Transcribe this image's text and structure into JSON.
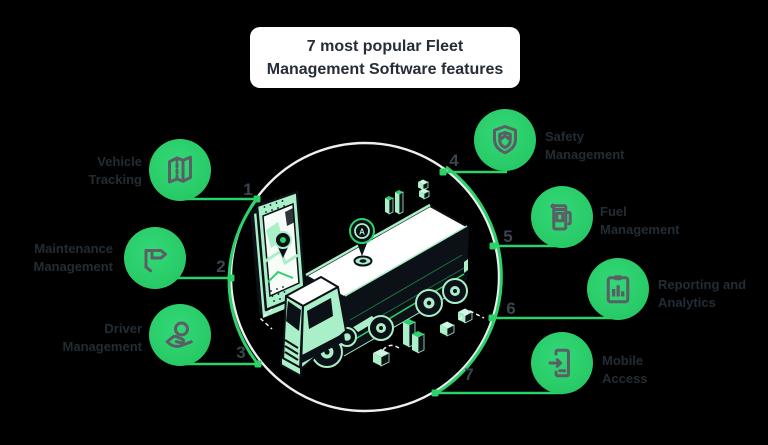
{
  "title": "7 most popular Fleet Management Software features",
  "pin_label": "A",
  "features": [
    {
      "num": "1",
      "label": "Vehicle Tracking",
      "icon": "map-icon"
    },
    {
      "num": "2",
      "label": "Maintenance Management",
      "icon": "wrench-icon"
    },
    {
      "num": "3",
      "label": "Driver Management",
      "icon": "hand-steering-wheel-icon"
    },
    {
      "num": "4",
      "label": "Safety Management",
      "icon": "shield-icon"
    },
    {
      "num": "5",
      "label": "Fuel Management",
      "icon": "fuel-pump-icon"
    },
    {
      "num": "6",
      "label": "Reporting and Analytics",
      "icon": "clipboard-chart-icon"
    },
    {
      "num": "7",
      "label": "Mobile Access",
      "icon": "smartphone-icon"
    }
  ],
  "colors": {
    "accent_green": "#2BD169",
    "bubble_green": "#28CB67",
    "mint": "#A9EFC8",
    "ink": "#0C1117",
    "ring_white": "#EDEFEF",
    "label_text": "#222C34",
    "number_text": "#3A444E",
    "card_bg": "#FFFFFF",
    "icon_gray": "#5A5F66"
  }
}
